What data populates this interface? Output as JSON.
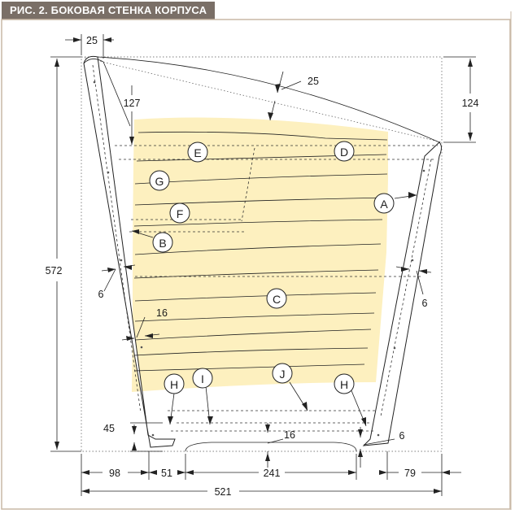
{
  "title": "РИС. 2. БОКОВАЯ СТЕНКА КОРПУСА",
  "colors": {
    "title_bg": "#7a6f67",
    "fill_area": "#fdf0bf",
    "frame_border": "#c9b9a6",
    "line": "#222222"
  },
  "dimensions": {
    "top_offset": "25",
    "top_drop": "127",
    "arm_thickness": "25",
    "right_drop": "124",
    "total_height": "572",
    "panel_thickness_left": "6",
    "panel_thickness_right": "6",
    "edge_gap": "16",
    "bottom_height": "45",
    "bottom_gap": "16",
    "bottom_panel": "6",
    "left_offset": "98",
    "leg_left": "51",
    "middle_span": "241",
    "right_offset": "79",
    "total_width": "521"
  },
  "callouts": [
    "A",
    "B",
    "C",
    "D",
    "E",
    "F",
    "G",
    "H",
    "I",
    "J",
    "H"
  ]
}
